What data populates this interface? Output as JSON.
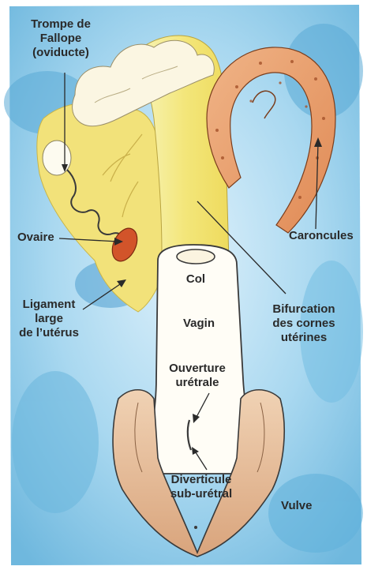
{
  "labels": {
    "trompe": [
      "Trompe de",
      "Fallope",
      "(oviducte)"
    ],
    "caroncules": "Caroncules",
    "ovaire": "Ovaire",
    "ligament": [
      "Ligament",
      "large",
      "de l’utérus"
    ],
    "col": "Col",
    "bifurcation": [
      "Bifurcation",
      "des cornes",
      "utérines"
    ],
    "vagin": "Vagin",
    "ouverture": [
      "Ouverture",
      "urétrale"
    ],
    "diverticule": [
      "Diverticule",
      "sub-urétral"
    ],
    "vulve": "Vulve"
  },
  "colors": {
    "background_blue": "#7ec4e6",
    "horn_yellow": "#f5ef9a",
    "ligament_yellow": "#f2e27a",
    "oviduct_cream": "#fbf6e2",
    "caruncle_orange": "#e9a06a",
    "ovary_red": "#d2542a",
    "vagina_white": "#fffdf6",
    "vulva_tan": "#e3b992",
    "outline": "#3a3a3a"
  }
}
